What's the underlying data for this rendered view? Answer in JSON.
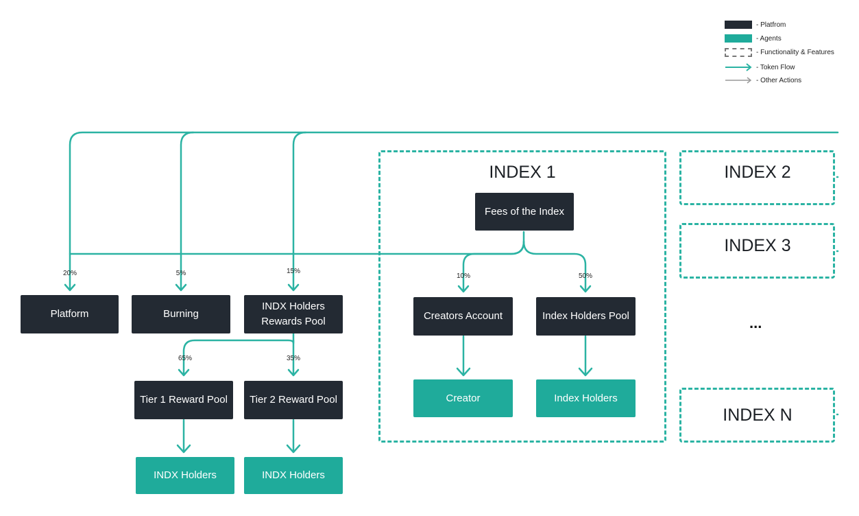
{
  "legend": {
    "platform": "- Platfrom",
    "agents": "- Agents",
    "features": "- Functionality & Features",
    "token_flow": "- Token Flow",
    "other_actions": "- Other Actions"
  },
  "colors": {
    "platform": "#232a33",
    "agent": "#1fab9b",
    "flow": "#2bb3a3",
    "other": "#999999"
  },
  "nodes": {
    "platform": "Platform",
    "burning": "Burning",
    "indx_rewards_pool": "INDX Holders Rewards Pool",
    "tier1_pool": "Tier 1 Reward Pool",
    "tier2_pool": "Tier 2 Reward Pool",
    "indx_holders_1": "INDX Holders",
    "indx_holders_2": "INDX Holders",
    "fees": "Fees of the Index",
    "creators_account": "Creators Account",
    "index_holders_pool": "Index Holders Pool",
    "creator": "Creator",
    "index_holders": "Index Holders"
  },
  "percentages": {
    "platform": "20%",
    "burning": "5%",
    "rewards": "15%",
    "creators": "10%",
    "index_pool": "50%",
    "tier1": "65%",
    "tier2": "35%"
  },
  "indexes": {
    "index1": "INDEX 1",
    "index2": "INDEX 2",
    "index3": "INDEX 3",
    "indexn": "INDEX N",
    "ellipsis": "..."
  }
}
